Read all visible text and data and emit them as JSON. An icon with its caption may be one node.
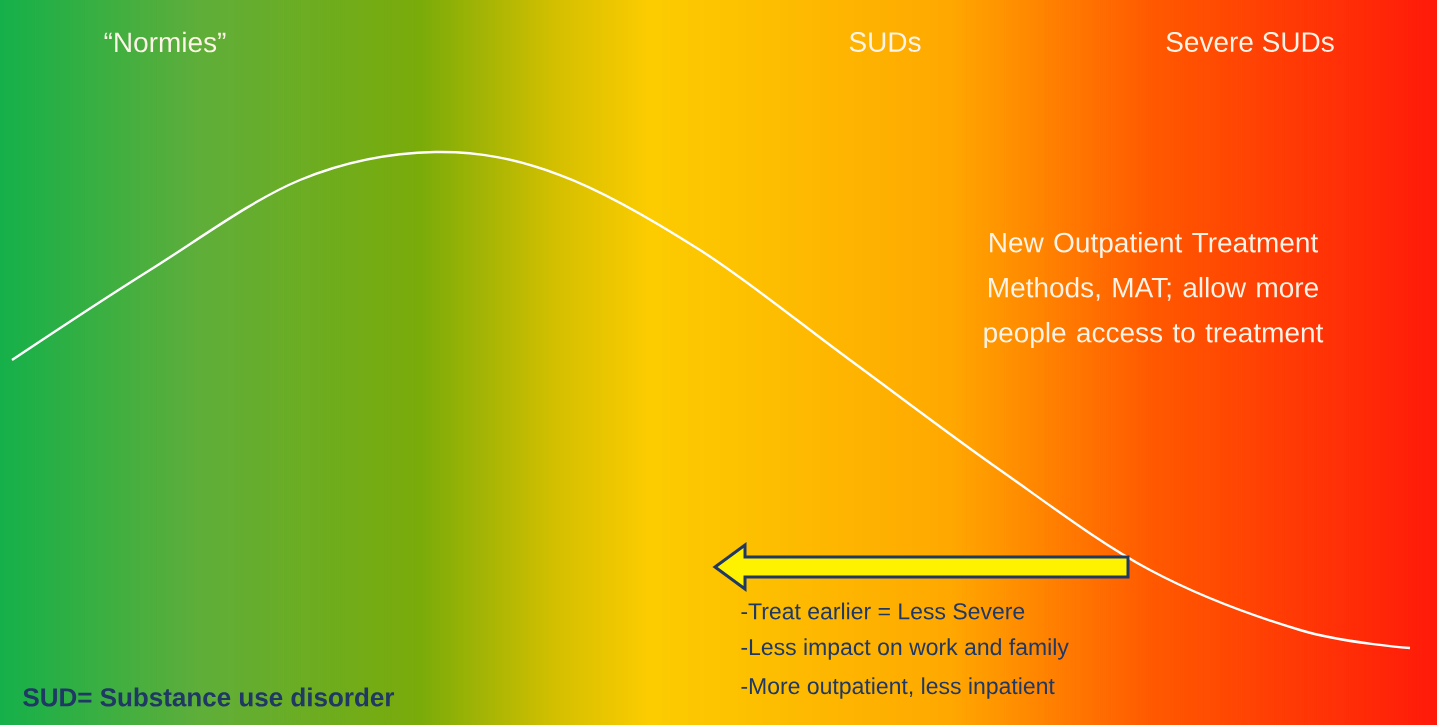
{
  "diagram": {
    "labels": [
      "“Normies”",
      "SUDs",
      "Severe SUDs",
      "New Outpatient Treatment Methods, MAT; allow more people access to treatment",
      "-Treat earlier = Less Severe",
      "-Less impact on work and family",
      "-More outpatient, less inpatient",
      "SUD= Substance use disorder"
    ]
  }
}
